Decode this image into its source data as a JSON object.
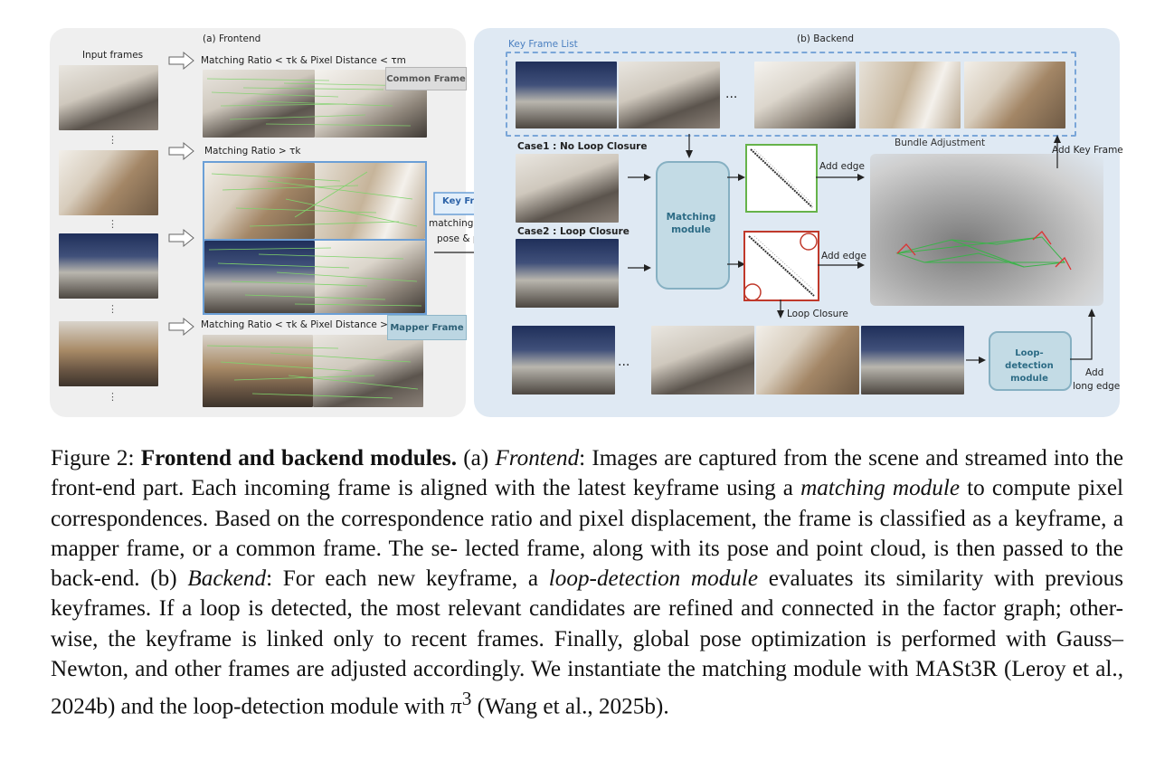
{
  "frontend": {
    "title": "(a)  Frontend",
    "input_frames_label": "Input frames",
    "dots": "⋮",
    "rule_common": "Matching Ratio < τk & Pixel Distance < τm",
    "rule_key": "Matching Ratio > τk",
    "rule_mapper": "Matching Ratio < τk & Pixel Distance > τm",
    "tag_common": "Common Frame",
    "tag_mapper": "Mapper Frame",
    "tag_key": "Key Frame",
    "pass_line1": "matching module",
    "pass_line2": "pose & pcd"
  },
  "backend": {
    "title": "(b)  Backend",
    "key_frame_list": "Key Frame List",
    "ellipsis": "...",
    "case1": "Case1 : No Loop Closure",
    "case2": "Case2 : Loop Closure",
    "matching_module": "Matching module",
    "add_edge_1": "Add edge",
    "add_edge_2": "Add edge",
    "loop_closure": "Loop Closure",
    "bundle_adjustment": "Bundle Adjustment",
    "add_key_frame": "Add Key Frame",
    "loop_detection_module": "Loop-detection module",
    "add_long_edge_1": "Add",
    "add_long_edge_2": "long edge"
  },
  "colors": {
    "frontend_bg": "#efefef",
    "backend_bg": "#dfe9f3",
    "key_blue": "#5b8fcf",
    "module_teal": "#c7dde6",
    "green_matrix": "#66b34a",
    "red_matrix": "#c0392b"
  },
  "caption": {
    "figure": "Figure 2:",
    "title": "Frontend and backend modules.",
    "a_prefix": "(a)",
    "a_italic": "Frontend",
    "s1": ": Images are captured from the scene and streamed into the front-end part. Each incoming frame is aligned with the latest keyframe using a",
    "matching_module": "matching module",
    "s2": "to compute pixel correspondences. Based on the correspondence ratio and pixel displacement, the frame is classified as a keyframe, a mapper frame, or a common frame. The se- lected frame, along with its pose and point cloud, is then passed to the back-end. (b)",
    "b_italic": "Backend",
    "s3": ": For each new keyframe, a",
    "loop_detection": "loop-detection module",
    "s4": "evaluates its similarity with previous keyframes. If a loop is detected, the most relevant candidates are refined and connected in the factor graph; other- wise, the keyframe is linked only to recent frames. Finally, global pose optimization is performed with Gauss–Newton, and other frames are adjusted accordingly. We instantiate the matching module with MASt3R (Leroy et al., 2024b) and the loop-detection module with π",
    "sup": "3",
    "s5": "(Wang et al., 2025b)."
  }
}
